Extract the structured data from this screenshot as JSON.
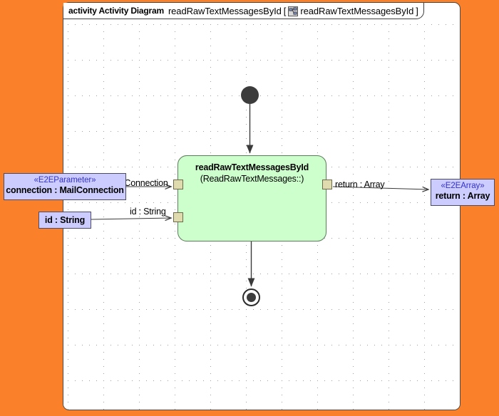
{
  "background": {
    "color": "#FA8129"
  },
  "frame": {
    "kind": "activity Activity Diagram",
    "name": "readRawTextMessagesById",
    "bracket_open": "[",
    "bracket_close": "]",
    "icon": "activity-diagram-icon",
    "reference": "readRawTextMessagesById"
  },
  "action": {
    "title": "readRawTextMessagesById",
    "subtitle": "(ReadRawTextMessages::)",
    "fill_color": "#CCFFCC"
  },
  "nodes": {
    "initial": {
      "name": "initial-node"
    },
    "final": {
      "name": "activity-final-node"
    }
  },
  "pins": [
    {
      "name": "input-pin-connection"
    },
    {
      "name": "input-pin-id"
    },
    {
      "name": "output-pin-return"
    }
  ],
  "parameters": [
    {
      "id": "connection",
      "stereotype": "«E2EParameter»",
      "label": "connection : MailConnection",
      "fill_color": "#CCCCFF",
      "stereotype_color": "#3333CC"
    },
    {
      "id": "id",
      "stereotype": "",
      "label": "id : String",
      "fill_color": "#CCCCFF",
      "stereotype_color": "#3333CC"
    },
    {
      "id": "return",
      "stereotype": "«E2EArray»",
      "label": "return : Array",
      "fill_color": "#CCCCFF",
      "stereotype_color": "#3333CC"
    }
  ],
  "edge_labels": {
    "connection": "connection : MailConnection",
    "id": "id : String",
    "return": "return : Array"
  }
}
